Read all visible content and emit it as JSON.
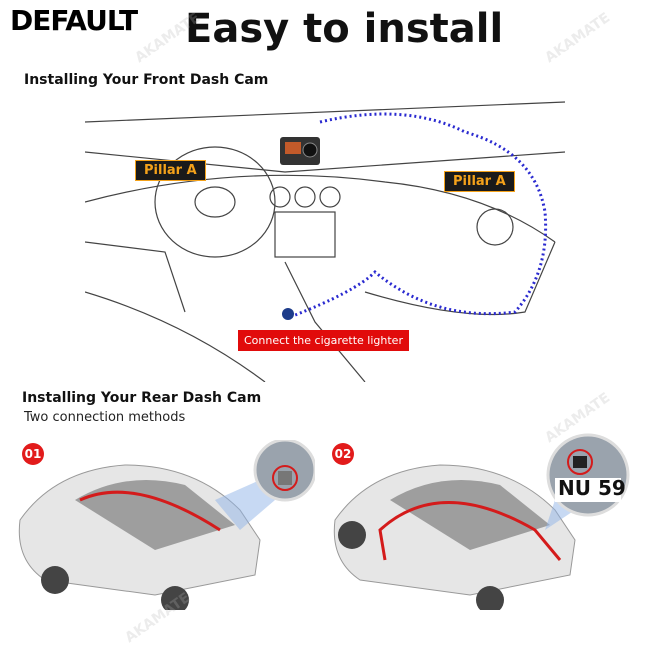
{
  "corner_label": "DEFAULT",
  "title": "Easy to install",
  "front": {
    "heading": "Installing Your Front Dash Cam",
    "pillar_left": "Pillar A",
    "pillar_right": "Pillar A",
    "lighter_label": "Connect the cigarette lighter"
  },
  "rear": {
    "heading": "Installing Your Rear Dash Cam",
    "subheading": "Two connection methods",
    "method1_number": "01",
    "method2_number": "02",
    "plate_text": "NU 59"
  },
  "watermark": "AKAMATE",
  "colors": {
    "accent_red": "#e21b1b",
    "cable_blue": "#2a2ad0",
    "pillar_orange": "#f4a21a"
  }
}
